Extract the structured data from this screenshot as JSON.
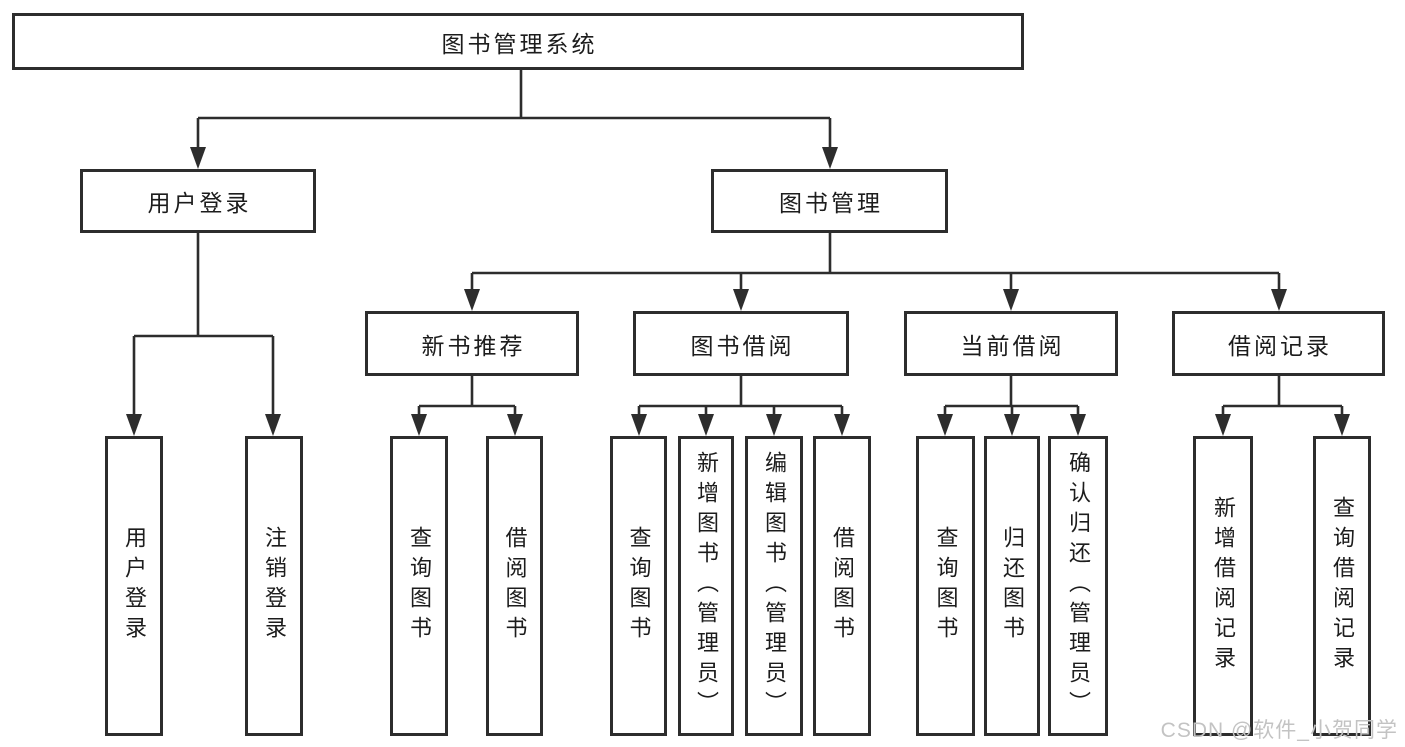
{
  "diagram_title": "图书管理系统",
  "tree": {
    "root": "图书管理系统",
    "user_login": {
      "label": "用户登录",
      "children": [
        "用户登录",
        "注销登录"
      ]
    },
    "book_mgmt": {
      "label": "图书管理",
      "groups": [
        {
          "label": "新书推荐",
          "children": [
            "查询图书",
            "借阅图书"
          ]
        },
        {
          "label": "图书借阅",
          "children": [
            "查询图书",
            "新增图书（管理员）",
            "编辑图书（管理员）",
            "借阅图书"
          ]
        },
        {
          "label": "当前借阅",
          "children": [
            "查询图书",
            "归还图书",
            "确认归还（管理员）"
          ]
        },
        {
          "label": "借阅记录",
          "children": [
            "新增借阅记录",
            "查询借阅记录"
          ]
        }
      ]
    }
  },
  "colors": {
    "line": "#2d2d2d",
    "text": "#1c1c1c",
    "watermark": "#c3c3c3",
    "background": "#ffffff"
  },
  "watermark": {
    "text": "CSDN @软件_小贺同学"
  }
}
